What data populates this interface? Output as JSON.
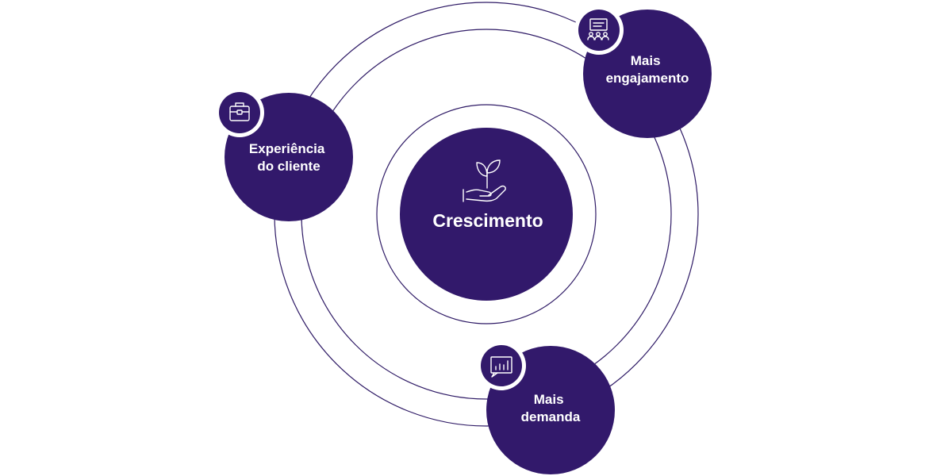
{
  "center": {
    "label": "Crescimento",
    "icon": "hand-plant-icon"
  },
  "nodes": [
    {
      "id": "engajamento",
      "lines": [
        "Mais",
        "engajamento"
      ],
      "icon": "meeting-board-icon"
    },
    {
      "id": "experiencia",
      "lines": [
        "Experiência",
        "do cliente"
      ],
      "icon": "briefcase-icon"
    },
    {
      "id": "demanda",
      "lines": [
        "Mais",
        "demanda"
      ],
      "icon": "bar-chart-icon"
    }
  ],
  "colors": {
    "primary": "#32196b",
    "ring": "#2f1b66",
    "background": "#ffffff"
  }
}
